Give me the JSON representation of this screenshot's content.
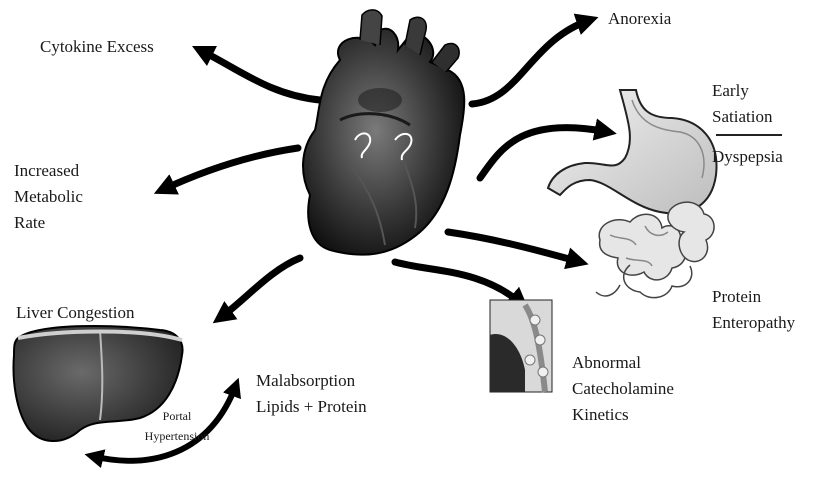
{
  "labels": {
    "cytokine": "Cytokine Excess",
    "anorexia": "Anorexia",
    "early_satiation_1": "Early",
    "early_satiation_2": "Satiation",
    "dyspepsia": "Dyspepsia",
    "metabolic_1": "Increased",
    "metabolic_2": "Metabolic",
    "metabolic_3": "Rate",
    "liver": "Liver Congestion",
    "protein_1": "Protein",
    "protein_2": "Enteropathy",
    "catechol_1": "Abnormal",
    "catechol_2": "Catecholamine",
    "catechol_3": "Kinetics",
    "malabs_1": "Malabsorption",
    "malabs_2": "Lipids + Protein",
    "portal_1": "Portal",
    "portal_2": "Hypertension"
  },
  "icons": {
    "heart": "heart-illustration",
    "stomach": "stomach-illustration",
    "intestine": "intestine-illustration",
    "liver": "liver-illustration",
    "adrenal": "adrenal-illustration"
  }
}
